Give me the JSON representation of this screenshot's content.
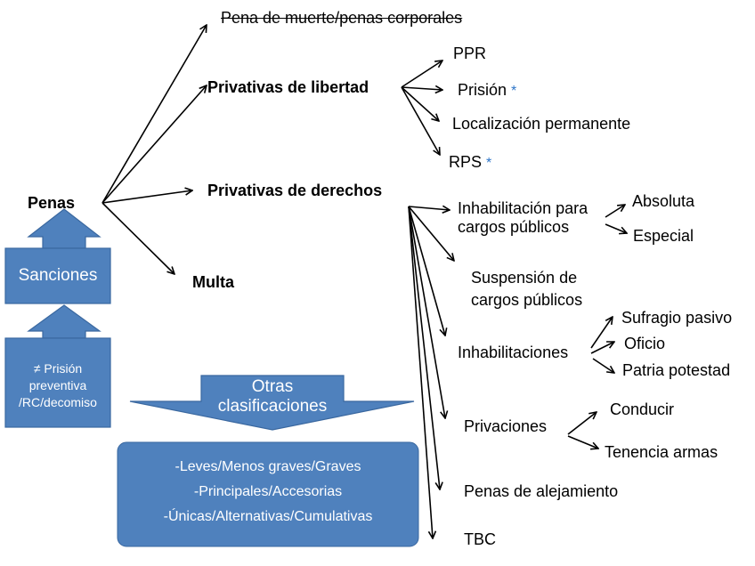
{
  "root": {
    "label": "Penas"
  },
  "branches": {
    "abolished": {
      "label": "Pena de muerte/penas corporales"
    },
    "libertad": {
      "label": "Privativas de libertad",
      "children": [
        {
          "label": "PPR",
          "marker": ""
        },
        {
          "label": "Prisión",
          "marker": "*"
        },
        {
          "label": "Localización permanente",
          "marker": ""
        },
        {
          "label": "RPS",
          "marker": "*"
        }
      ]
    },
    "derechos": {
      "label": "Privativas de derechos",
      "inhabilitacion_cargos": {
        "line1": "Inhabilitación para",
        "line2": "cargos públicos",
        "children": [
          "Absoluta",
          "Especial"
        ]
      },
      "suspension": {
        "line1": "Suspensión de",
        "line2": "cargos públicos"
      },
      "inhabilitaciones": {
        "label": "Inhabilitaciones",
        "children": [
          "Sufragio pasivo",
          "Oficio",
          "Patria potestad"
        ]
      },
      "privaciones": {
        "label": "Privaciones",
        "children": [
          "Conducir",
          "Tenencia armas"
        ]
      },
      "alejamiento": {
        "label": "Penas de alejamiento"
      },
      "tbc": {
        "label": "TBC"
      }
    },
    "multa": {
      "label": "Multa"
    }
  },
  "left_stack": {
    "sanciones": "Sanciones",
    "exclusion": {
      "line1": "≠ Prisión",
      "line2": "preventiva",
      "line3": "/RC/decomiso"
    }
  },
  "otras": {
    "arrow_line1": "Otras",
    "arrow_line2": "clasificaciones",
    "items": [
      "-Leves/Menos graves/Graves",
      "-Principales/Accesorias",
      "-Únicas/Alternativas/Cumulativas"
    ]
  },
  "colors": {
    "shape_fill": "#4f81bd",
    "shape_border": "#3a68a0",
    "star": "#2e75c8"
  }
}
